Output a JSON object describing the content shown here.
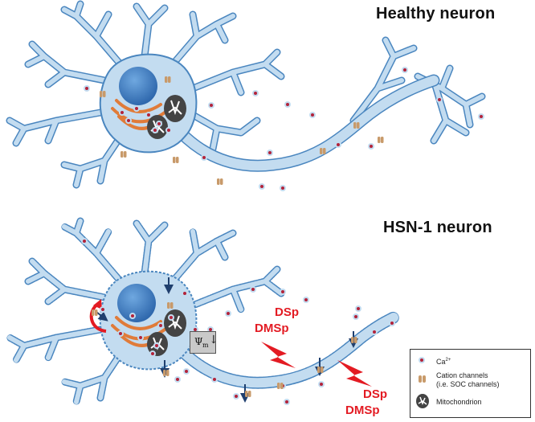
{
  "titles": {
    "healthy": "Healthy neuron",
    "hsn": "HSN-1 neuron"
  },
  "drugs": {
    "upper_dsp": "DSp",
    "upper_dmsp": "DMSp",
    "lower_dsp": "DSp",
    "lower_dmsp": "DMSp"
  },
  "membrane_potential": {
    "symbol": "Ψ",
    "subscript": "m"
  },
  "legend": {
    "calcium_base": "Ca",
    "calcium_sup": "2+",
    "cation_line1": "Cation channels",
    "cation_line2": "(i.e. SOC channels)",
    "mitochondrion": "Mitochondrion"
  },
  "colors": {
    "neuron_fill": "#c3dcf0",
    "neuron_stroke": "#4a86bf",
    "nucleus": "#3d7bc4",
    "er": "#e07b39",
    "calcium_fill": "#b3233a",
    "channel": "#c89a6a",
    "mitochondrion": "#444444",
    "drug_red": "#e31b23"
  },
  "icons": [
    "calcium-ion-icon",
    "cation-channel-icon",
    "mitochondrion-icon",
    "lightning-bolt-icon",
    "down-arrow-icon",
    "curved-arrow-icon"
  ]
}
